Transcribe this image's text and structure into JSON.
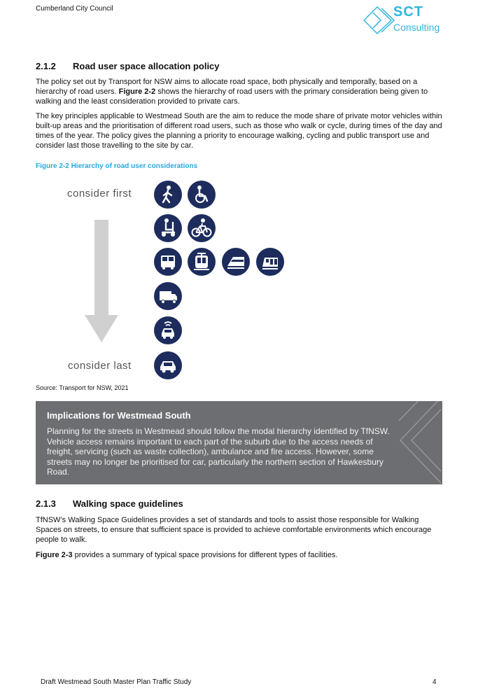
{
  "header": {
    "org": "Cumberland City Council",
    "logo_main": "SCT",
    "logo_sub": "Consulting"
  },
  "section_212": {
    "number": "2.1.2",
    "title": "Road user space allocation policy",
    "p1_a": "The policy set out by Transport for NSW aims to allocate road space, both physically and temporally, based on a hierarchy of road users. ",
    "p1_ref": "Figure 2-2",
    "p1_b": " shows the hierarchy of road users with the primary consideration being given to walking and the least consideration provided to private cars.",
    "p2": "The key principles applicable to Westmead South are the aim to reduce the mode share of private motor vehicles within built-up areas and the prioritisation of different road users, such as those who walk or cycle, during times of the day and times of the year. The policy gives the planning a priority to encourage walking, cycling and public transport use and consider last those travelling to the site by car."
  },
  "figure": {
    "caption": "Figure 2-2 Hierarchy of road user considerations",
    "consider_first": "consider first",
    "consider_last": "consider last",
    "source": "Source: Transport for NSW, 2021",
    "icon_color": "#1d2c5c",
    "icons": [
      "pedestrian-icon",
      "wheelchair-icon",
      "mobility-scooter-icon",
      "bicycle-icon",
      "bus-icon",
      "light-rail-icon",
      "train-icon",
      "metro-icon",
      "truck-icon",
      "shared-car-icon",
      "car-icon"
    ]
  },
  "implications": {
    "title": "Implications for Westmead South",
    "text": "Planning for the streets in Westmead should follow the modal hierarchy identified by TfNSW. Vehicle access remains important to each part of the suburb due to the access needs of freight, servicing (such as waste collection), ambulance and fire access. However, some streets may no longer be prioritised for car, particularly the northern section of Hawkesbury Road.",
    "bg_color": "#6d6e71"
  },
  "section_213": {
    "number": "2.1.3",
    "title": "Walking space guidelines",
    "p1": "TfNSW’s Walking Space Guidelines provides a set of standards and tools to assist those responsible for Walking Spaces on streets, to ensure that sufficient space is provided to achieve comfortable environments which encourage people to walk.",
    "p2_ref": "Figure 2-3",
    "p2_b": " provides a summary of typical space provisions for different types of facilities."
  },
  "footer": {
    "doc_title": "Draft Westmead South Master Plan Traffic Study",
    "page": "4"
  }
}
